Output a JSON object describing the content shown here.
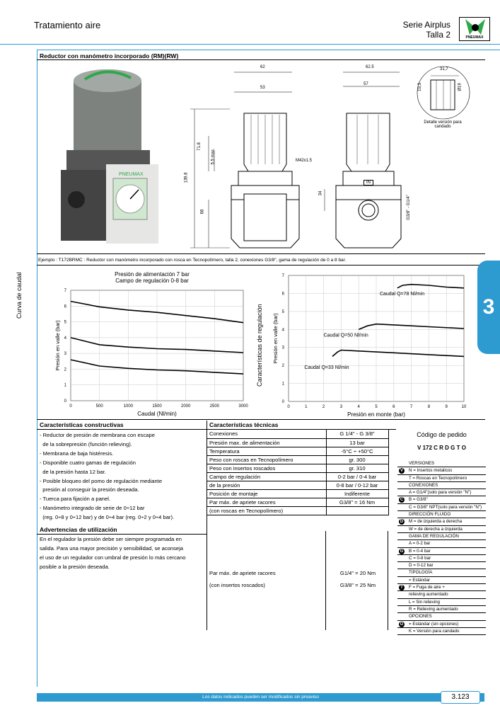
{
  "header": {
    "left": "Tratamiento aire",
    "series": "Serie Airplus",
    "size": "Talla 2",
    "logo": "PNEUMAX"
  },
  "section_title": "Reductor con manómetro incorporado (RM)(RW)",
  "tab_number": "3",
  "dims": {
    "d62": "62",
    "d53": "53",
    "d62_5": "62.5",
    "d57": "57",
    "d31_7": "31,7",
    "d19_3": "19,3",
    "d19": "Ø19",
    "d71_8": "71.8",
    "d5_5": "5.5 max.",
    "d139_8": "139.8",
    "d68": "68",
    "d34": "34",
    "thread": "M42x1.5",
    "port": "G3/8\" - G1/4\"",
    "in_label": "IN",
    "lock_note": "Detalle versión para candado"
  },
  "example": "Ejemplo : T172BRMC : Reductor con manómetro incorporado con rosca en Tecnopolímero, talla 2, conexiones G3/8\", gama de regulación de 0 a 8 bar.",
  "chart_left": {
    "side_label": "Curva de caudal",
    "title1": "Presión de alimentación 7 bar",
    "title2": "Campo de regulación 0-8 bar",
    "ylabel": "Presión en valle (bar)",
    "xlabel": "Caudal (Nl/min)",
    "xticks": [
      "0",
      "500",
      "1000",
      "1500",
      "2000",
      "2500",
      "3000"
    ],
    "yticks": [
      "0",
      "1",
      "2",
      "3",
      "4",
      "5",
      "6",
      "7"
    ]
  },
  "chart_right": {
    "side_label": "Características de regulación",
    "ylabel": "Presión en valle (bar)",
    "xlabel": "Presión en monte (bar)",
    "xticks": [
      "0",
      "1",
      "2",
      "3",
      "4",
      "5",
      "6",
      "7",
      "8",
      "9",
      "10"
    ],
    "yticks": [
      "0",
      "1",
      "2",
      "3",
      "4",
      "5",
      "6",
      "7"
    ],
    "annotations": [
      "Caudal Q=78 Nl/min",
      "Caudal Q=50 Nl/min",
      "Caudal Q=33 Nl/min"
    ]
  },
  "chart_data": [
    {
      "type": "line",
      "title": "Presión de alimentación 7 bar",
      "xlabel": "Caudal (Nl/min)",
      "ylabel": "Presión en valle (bar)",
      "xlim": [
        0,
        3000
      ],
      "ylim": [
        0,
        7
      ],
      "series": [
        {
          "x": [
            0,
            500,
            1000,
            1500,
            2000,
            2500,
            3000
          ],
          "y": [
            6.3,
            5.95,
            5.75,
            5.6,
            5.4,
            5.2,
            4.95
          ]
        },
        {
          "x": [
            0,
            500,
            1000,
            1500,
            2000,
            2500,
            3000
          ],
          "y": [
            4.0,
            3.55,
            3.4,
            3.3,
            3.25,
            3.15,
            3.05
          ]
        },
        {
          "x": [
            0,
            500,
            1000,
            1500,
            2000,
            2500,
            3000
          ],
          "y": [
            2.6,
            2.2,
            2.05,
            1.95,
            1.9,
            1.8,
            1.7
          ]
        }
      ]
    },
    {
      "type": "line",
      "xlabel": "Presión en monte (bar)",
      "ylabel": "Presión en valle (bar)",
      "xlim": [
        0,
        10
      ],
      "ylim": [
        0,
        7
      ],
      "series": [
        {
          "name": "Caudal Q=78 Nl/min",
          "x": [
            6.2,
            6.5,
            7,
            8,
            9,
            10
          ],
          "y": [
            6.3,
            6.45,
            6.5,
            6.45,
            6.35,
            6.3
          ]
        },
        {
          "name": "Caudal Q=50 Nl/min",
          "x": [
            4,
            4.5,
            5,
            6,
            7,
            8,
            10
          ],
          "y": [
            4.0,
            4.2,
            4.3,
            4.25,
            4.2,
            4.15,
            4.05
          ]
        },
        {
          "name": "Caudal Q=33 Nl/min",
          "x": [
            2.5,
            2.8,
            3,
            4,
            5,
            6,
            8,
            10
          ],
          "y": [
            2.5,
            2.75,
            2.85,
            2.8,
            2.75,
            2.7,
            2.6,
            2.5
          ]
        }
      ]
    }
  ],
  "constructive": {
    "title": "Características constructivas",
    "lines": [
      "- Reductor de presión de membrana con escape",
      "  de la sobrepresión (función relieving).",
      "- Membrana de baja histéresis.",
      "- Disponible cuatro gamas de regulación",
      "  de la presión hasta 12 bar.",
      "- Posible bloqueo del pomo de regulación mediante",
      "  presión al conseguir la presión deseada.",
      "- Tuerca para fijación a panel.",
      "- Manómetro integrado de serie de 0÷12 bar",
      "  (reg. 0÷8 y 0÷12 bar) y de 0÷4 bar (reg. 0÷2 y 0÷4 bar)."
    ]
  },
  "warnings": {
    "title": "Advertencias de utilización",
    "lines": [
      "En el regulador la presión debe ser siempre programada en",
      "salida. Para una mayor precisión y sensibilidad, se aconseja",
      "el uso de un regulador con umbral de presión lo más cercano",
      "posible a la presión deseada."
    ]
  },
  "technical": {
    "title": "Características técnicas",
    "rows": [
      [
        "Conexiones",
        "G 1/4\" - G 3/8\""
      ],
      [
        "Presión max. de alimentación",
        "13 bar"
      ],
      [
        "Temperatura",
        "-5°C ÷ +50°C"
      ],
      [
        "Peso con roscas en Tecnopolímero",
        "gr. 300"
      ],
      [
        "Peso con insertos roscados",
        "gr. 310"
      ],
      [
        "Campo de regulación",
        "0-2 bar / 0-4 bar"
      ],
      [
        "de la presión",
        "0-8 bar / 0-12 bar"
      ],
      [
        "Posición de montaje",
        "Indiferente"
      ],
      [
        "Par máx. de apriete racores",
        "G3/8\" = 16 Nm"
      ],
      [
        "(con roscas en Tecnopolímero)",
        ""
      ]
    ],
    "torque2": [
      "Par máx. de apriete racores",
      "(con insertos roscados)"
    ],
    "torque2_val": [
      "G1/4\" = 20 Nm",
      "G3/8\" = 25 Nm"
    ]
  },
  "order": {
    "title": "Código de pedido",
    "code": "172",
    "code_letters": [
      "V",
      "C",
      "R",
      "D",
      "G",
      "T",
      "O"
    ],
    "rows": [
      {
        "t": "VERSIONES",
        "c": ""
      },
      {
        "t": "N = Insertos metalicos",
        "c": "V"
      },
      {
        "t": "T = Roscas en Tecnopolímero",
        "c": ""
      },
      {
        "t": "CONEXIONES",
        "c": ""
      },
      {
        "t": "A = G1/4\"(solo para versión \"N\")",
        "c": ""
      },
      {
        "t": "B = G3/8\"",
        "c": "C"
      },
      {
        "t": "C = G3/8\" NPT(solo para versión \"N\")",
        "c": ""
      },
      {
        "t": "DIRECCIÓN FLUIDO",
        "c": ""
      },
      {
        "t": "M = de izquierda a derecha",
        "c": "D"
      },
      {
        "t": "W = de derecha a izquierda",
        "c": ""
      },
      {
        "t": "GAMA DE REGULACIÓN",
        "c": ""
      },
      {
        "t": "A = 0-2 bar",
        "c": ""
      },
      {
        "t": "B = 0-4 bar",
        "c": "G"
      },
      {
        "t": "C = 0-8 bar",
        "c": ""
      },
      {
        "t": "D = 0-12 bar",
        "c": ""
      },
      {
        "t": "TIPOLOGÍA",
        "c": ""
      },
      {
        "t": "= Estándar",
        "c": ""
      },
      {
        "t": "F = Fuga de aire +",
        "c": "T"
      },
      {
        "t": "relieving aumentado",
        "c": ""
      },
      {
        "t": "L = Sin relieving",
        "c": ""
      },
      {
        "t": "R = Relieving aumentado",
        "c": ""
      },
      {
        "t": "OPCIONES",
        "c": ""
      },
      {
        "t": "= Estándar (sin opciones)",
        "c": "O"
      },
      {
        "t": "K = Versión para candado",
        "c": ""
      }
    ]
  },
  "footer": {
    "note": "Los datos indicados pueden ser modificados sin preaviso",
    "page": "3.123"
  }
}
